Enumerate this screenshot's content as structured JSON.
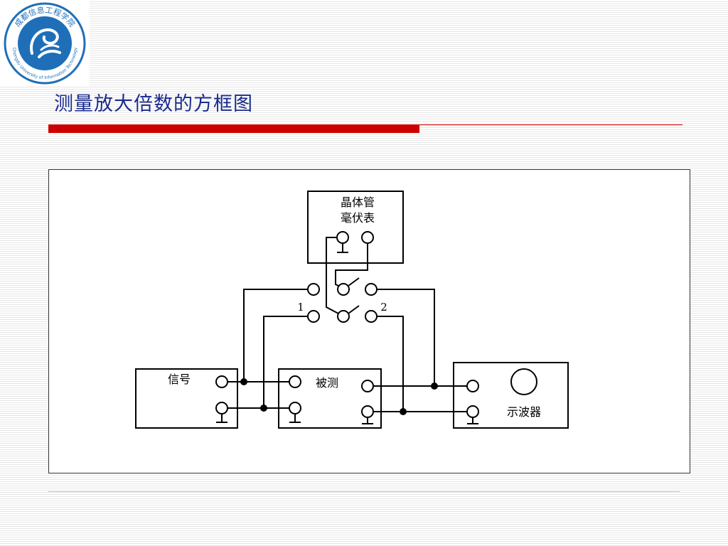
{
  "slide": {
    "title": "测量放大倍数的方框图"
  },
  "logo": {
    "name_cn": "成都信息工程学院",
    "name_en": "Chengdu University of Information Technology",
    "color": "#1f6fb8"
  },
  "diagram": {
    "meter_label_line1": "晶体管",
    "meter_label_line2": "毫伏表",
    "signal_label": "信号",
    "dut_label": "被测",
    "scope_label": "示波器",
    "switch_pos_1": "1",
    "switch_pos_2": "2"
  }
}
